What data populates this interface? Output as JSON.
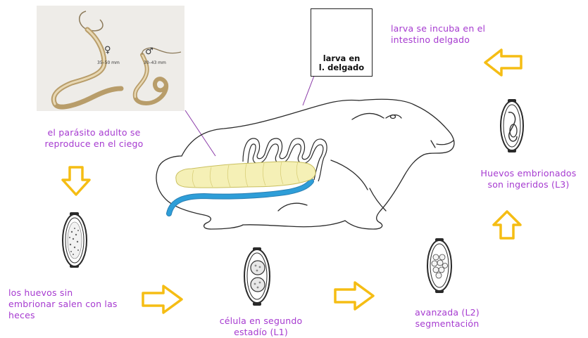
{
  "photo": {
    "female_symbol": "♀",
    "male_symbol": "♂",
    "female_size": "35–50 mm",
    "male_size": "30–43 mm"
  },
  "larva_box": {
    "label": "larva en\nl. delgado"
  },
  "labels": {
    "adult": "el parásito adulto se\nreproduce en el ciego",
    "eggs_out": "los huevos sin\nembrionar salen con las\nheces",
    "second_stage": "célula en segundo\nestadío  (L1)",
    "segmentation": "avanzada  (L2)\nsegmentación",
    "ingested": "Huevos embrionados\nson ingeridos  (L3)",
    "hatch": "larva  se incuba en el\nintestino delgado"
  },
  "colors": {
    "label_text": "#a63ad0",
    "arrow_fill": "#ffffff",
    "arrow_stroke": "#f5bd14",
    "large_intestine": "#f5f0b6",
    "cecum_blue": "#2e9ed8"
  }
}
